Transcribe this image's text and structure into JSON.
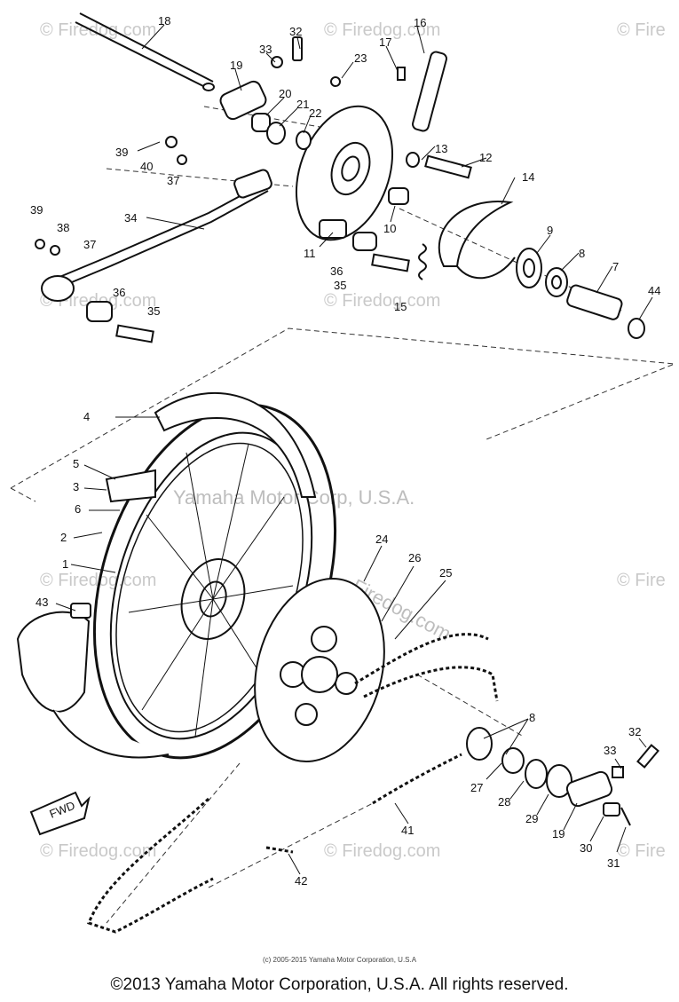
{
  "watermarks": {
    "firedog_com": "© Firedog.com",
    "firedog": "© Fire",
    "yamaha": "Yamaha Motor Corp, U.S.A.",
    "diagonal": "Firedog.com"
  },
  "part_numbers": [
    "18",
    "32",
    "33",
    "16",
    "17",
    "23",
    "19",
    "20",
    "21",
    "22",
    "39",
    "40",
    "37",
    "13",
    "12",
    "14",
    "34",
    "11",
    "10",
    "9",
    "8",
    "7",
    "44",
    "38",
    "36",
    "35",
    "15",
    "4",
    "5",
    "3",
    "6",
    "2",
    "24",
    "26",
    "25",
    "1",
    "43",
    "27",
    "28",
    "29",
    "30",
    "31",
    "41",
    "42"
  ],
  "fwd_label": "FWD",
  "inner_copyright": "(c) 2005-2015 Yamaha Motor Corporation, U.S.A",
  "copyright": "©2013 Yamaha Motor Corporation, U.S.A. All rights reserved."
}
